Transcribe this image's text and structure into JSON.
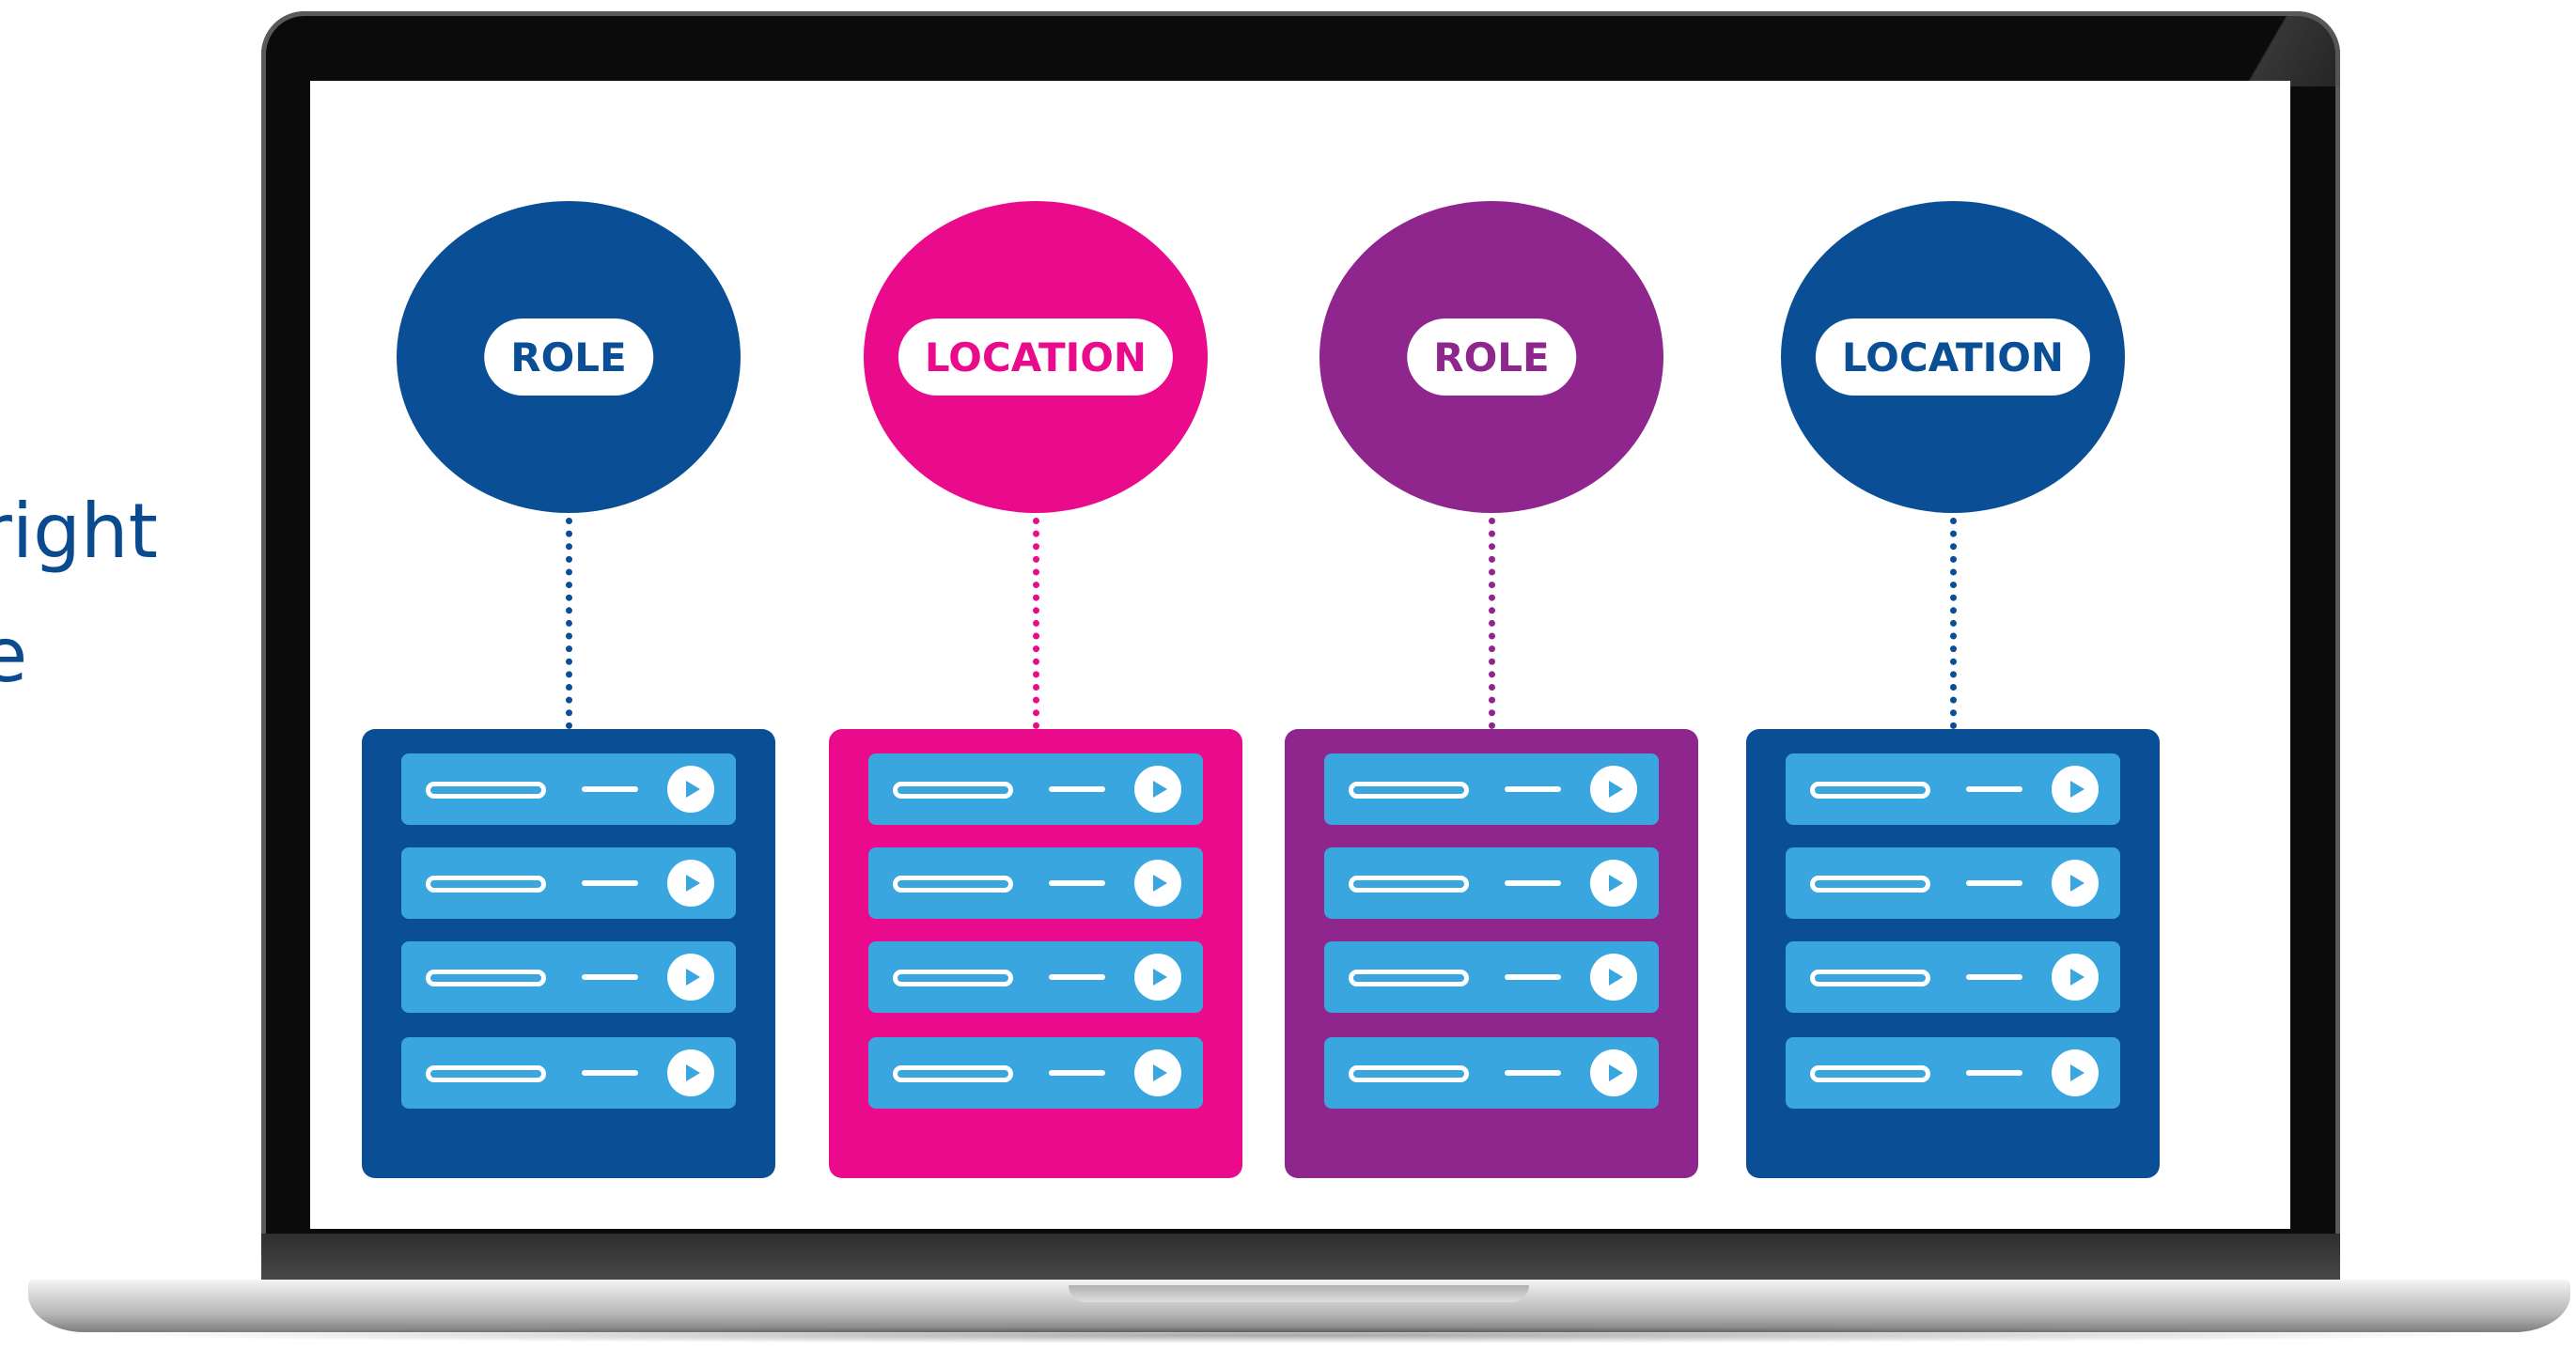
{
  "side_text": [
    "right",
    "e"
  ],
  "columns": [
    {
      "label": "ROLE",
      "color": "#0a4f95",
      "text_color": "#0a4f95"
    },
    {
      "label": "LOCATION",
      "color": "#ea0a8c",
      "text_color": "#ea0a8c"
    },
    {
      "label": "ROLE",
      "color": "#8e268d",
      "text_color": "#8e268d"
    },
    {
      "label": "LOCATION",
      "color": "#0a4f95",
      "text_color": "#0a4f95"
    }
  ],
  "row_color": "#3aa6e0",
  "rows_per_panel": 4,
  "icons": [
    "play-icon"
  ]
}
